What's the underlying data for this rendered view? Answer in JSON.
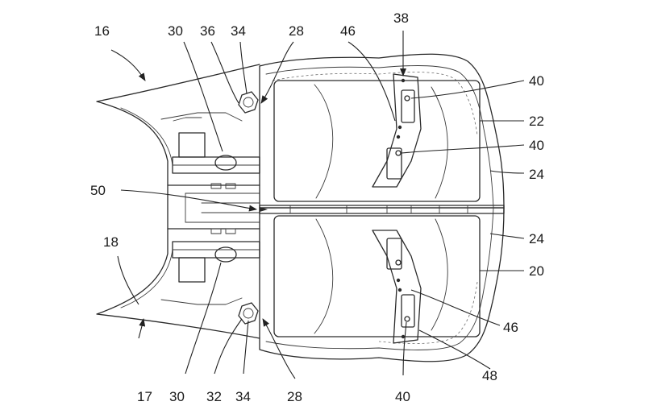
{
  "labels": {
    "l16": "16",
    "l17": "17",
    "l18": "18",
    "l20": "20",
    "l22": "22",
    "l24a": "24",
    "l24b": "24",
    "l28a": "28",
    "l28b": "28",
    "l30a": "30",
    "l30b": "30",
    "l32": "32",
    "l34a": "34",
    "l34b": "34",
    "l36": "36",
    "l38": "38",
    "l40a": "40",
    "l40b": "40",
    "l40c": "40",
    "l46a": "46",
    "l46b": "46",
    "l48": "48",
    "l50": "50"
  }
}
